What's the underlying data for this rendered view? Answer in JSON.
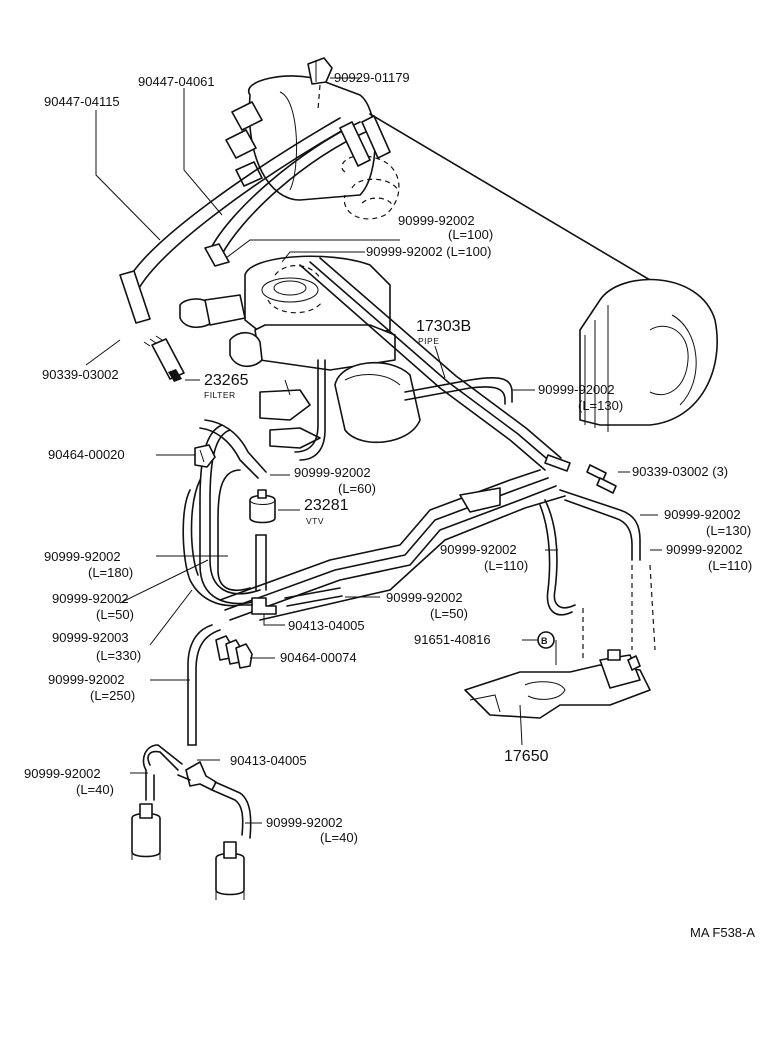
{
  "diagram_code": "MA F538-A",
  "callout_letter": "B",
  "labels": {
    "p90929_01179": "90929-01179",
    "p90447_04061": "90447-04061",
    "p90447_04115": "90447-04115",
    "h100a_part": "90999-92002",
    "h100a_len": "(L=100)",
    "h100b": "90999-92002 (L=100)",
    "p17303b": "17303B",
    "p17303b_sub": "PIPE",
    "h130a_part": "90999-92002",
    "h130a_len": "(L=130)",
    "p90339_left": "90339-03002",
    "p23265": "23265",
    "p23265_sub": "FILTER",
    "p90464_00020": "90464-00020",
    "h60_part": "90999-92002",
    "h60_len": "(L=60)",
    "p90339_right": "90339-03002  (3)",
    "p23281": "23281",
    "p23281_sub": "VTV",
    "h130b_part": "90999-92002",
    "h130b_len": "(L=130)",
    "h180_part": "90999-92002",
    "h180_len": "(L=180)",
    "h110a_part": "90999-92002",
    "h110a_len": "(L=110)",
    "h110b_part": "90999-92002",
    "h110b_len": "(L=110)",
    "h50a_part": "90999-92002",
    "h50a_len": "(L=50)",
    "h50b_part": "90999-92002",
    "h50b_len": "(L=50)",
    "p90413_a": "90413-04005",
    "h330_part": "90999-92003",
    "h330_len": "(L=330)",
    "p91651": "91651-40816",
    "p90464_00074": "90464-00074",
    "h250_part": "90999-92002",
    "h250_len": "(L=250)",
    "p17650": "17650",
    "p90413_b": "90413-04005",
    "h40a_part": "90999-92002",
    "h40a_len": "(L=40)",
    "h40b_part": "90999-92002",
    "h40b_len": "(L=40)"
  }
}
